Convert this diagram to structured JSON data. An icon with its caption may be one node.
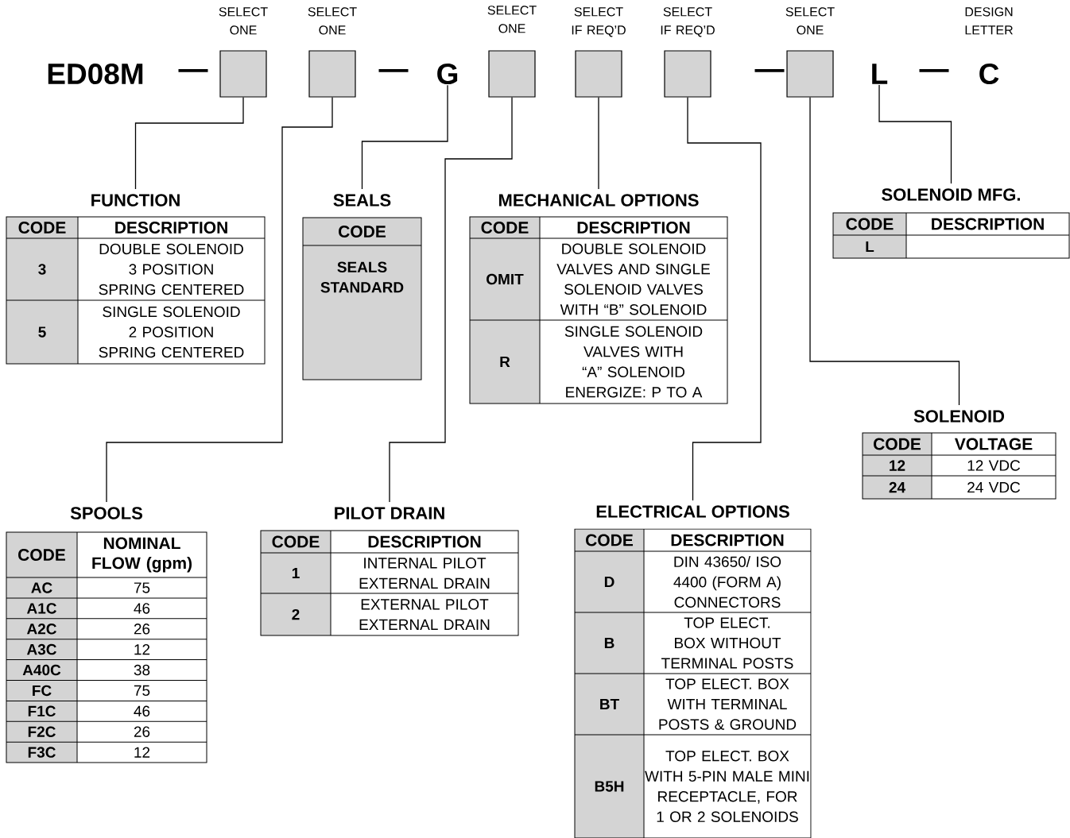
{
  "diagram": {
    "nodes": [
      {
        "text": [],
        "shape": "box",
        "beside": [
          "SELECT ONE"
        ]
      },
      {
        "text": [],
        "shape": "box",
        "beside": [
          "SELECT ONE"
        ]
      },
      {
        "text": [
          "G"
        ]
      },
      {
        "text": [],
        "shape": "box",
        "beside": [
          "SELECT ONE"
        ]
      },
      {
        "text": [],
        "shape": "box",
        "beside": [
          "SELECT IF REQ’D"
        ]
      },
      {
        "text": [],
        "shape": "box",
        "beside": [
          "SELECT IF REQ’D"
        ]
      },
      {
        "text": [],
        "shape": "box",
        "beside": [
          "SELECT ONE"
        ]
      },
      {
        "text": [
          "L"
        ]
      },
      {
        "text": [
          "FUNCTION",
          "CODE",
          "DESCRIPTION",
          "3",
          "DOUBLE SOLENOID 3 POSITION SPRING CENTERED",
          "5",
          "SINGLE SOLENOID 2 POSITION SPRING CENTERED"
        ]
      },
      {
        "text": [
          "SEALS",
          "CODE",
          "SEALS STANDARD"
        ]
      },
      {
        "text": [
          "MECHANICAL OPTIONS",
          "CODE",
          "DESCRIPTION",
          "OMIT",
          "DOUBLE SOLENOID VALVES AND SINGLE SOLENOID VALVES WITH “B” SOLENOID",
          "R",
          "SINGLE SOLENOID VALVES WITH “A” SOLENOID ENERGIZE: P TO A"
        ]
      },
      {
        "text": [
          "SOLENOID MFG.",
          "CODE",
          "DESCRIPTION",
          "L"
        ]
      },
      {
        "text": [
          "SOLENOID",
          "CODE",
          "VOLTAGE",
          "12",
          "12 VDC",
          "24",
          "24 VDC"
        ]
      },
      {
        "text": [
          "SPOOLS",
          "CODE",
          "NOMINAL FLOW (gpm)",
          "AC",
          "75",
          "A1C",
          "46",
          "A2C",
          "26",
          "A3C",
          "12",
          "A40C",
          "38",
          "FC",
          "75",
          "F1C",
          "46",
          "F2C",
          "26",
          "F3C",
          "12"
        ]
      },
      {
        "text": [
          "PILOT DRAIN",
          "CODE",
          "DESCRIPTION",
          "1",
          "INTERNAL PILOT EXTERNAL DRAIN",
          "2",
          "EXTERNAL PILOT EXTERNAL DRAIN"
        ]
      },
      {
        "text": [
          "ELECTRICAL OPTIONS",
          "CODE",
          "DESCRIPTION",
          "D",
          "DIN 43650/ ISO 4400 (FORM A) CONNECTORS",
          "B",
          "TOP ELECT. BOX WITHOUT TERMINAL POSTS",
          "BT",
          "TOP ELECT. BOX WITH TERMINAL POSTS & GROUND",
          "B5H",
          "TOP ELECT. BOX WITH 5-PIN MALE MINI RECEPTACLE, FOR 1 OR 2 SOLENOIDS"
        ]
      }
    ],
    "edges": [
      {
        "from": 0,
        "to": 8,
        "arrow": "none"
      },
      {
        "from": 1,
        "to": 13,
        "arrow": "none"
      },
      {
        "from": 2,
        "to": 9,
        "arrow": "none"
      },
      {
        "from": 3,
        "to": 14,
        "arrow": "none"
      },
      {
        "from": 4,
        "to": 10,
        "arrow": "none"
      },
      {
        "from": 5,
        "to": 15,
        "arrow": "none"
      },
      {
        "from": 6,
        "to": 12,
        "arrow": "none"
      },
      {
        "from": 7,
        "to": 11,
        "arrow": "none"
      }
    ],
    "labels": [
      "DESIGN LETTER",
      "ED08M",
      "—",
      "—",
      "—",
      "—",
      "C"
    ]
  }
}
